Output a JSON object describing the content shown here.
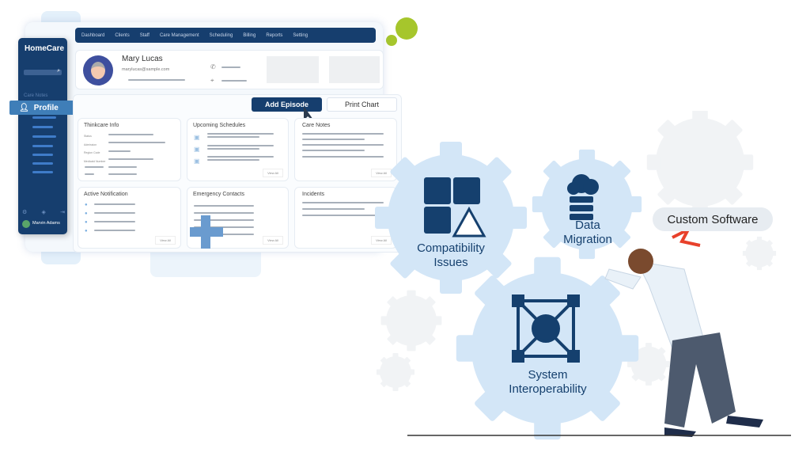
{
  "app": {
    "logo": "HomeCare"
  },
  "nav": [
    "Dashboard",
    "Clients",
    "Staff",
    "Care Management",
    "Scheduling",
    "Billing",
    "Reports",
    "Setting"
  ],
  "sidebar": {
    "care_notes": "Care Notes",
    "profile": "Profile",
    "user_name": "Marvin Adams"
  },
  "client": {
    "name": "Mary Lucas",
    "email": "marylucas@sample.com"
  },
  "actions": {
    "add_episode": "Add Episode",
    "print_chart": "Print Chart"
  },
  "cards": {
    "info": {
      "title": "Thinkcare Info",
      "fields": [
        "Status",
        "Admission",
        "Region Code",
        "Medicaid Number"
      ]
    },
    "schedules": {
      "title": "Upcoming Schedules",
      "view_all": "View All"
    },
    "care_notes": {
      "title": "Care Notes",
      "view_all": "View All"
    },
    "notification": {
      "title": "Active Notification",
      "view_all": "View All"
    },
    "emergency": {
      "title": "Emergency Contacts",
      "view_all": "View All"
    },
    "incidents": {
      "title": "Incidents",
      "view_all": "View All"
    }
  },
  "gears": {
    "compatibility": "Compatibility Issues",
    "migration": "Data Migration",
    "interop": "System Interoperability"
  },
  "speech": "Custom Software",
  "colors": {
    "navy": "#163e6e",
    "accent": "#3f7eb8",
    "gear": "#d3e6f7",
    "green": "#a6c62c"
  }
}
